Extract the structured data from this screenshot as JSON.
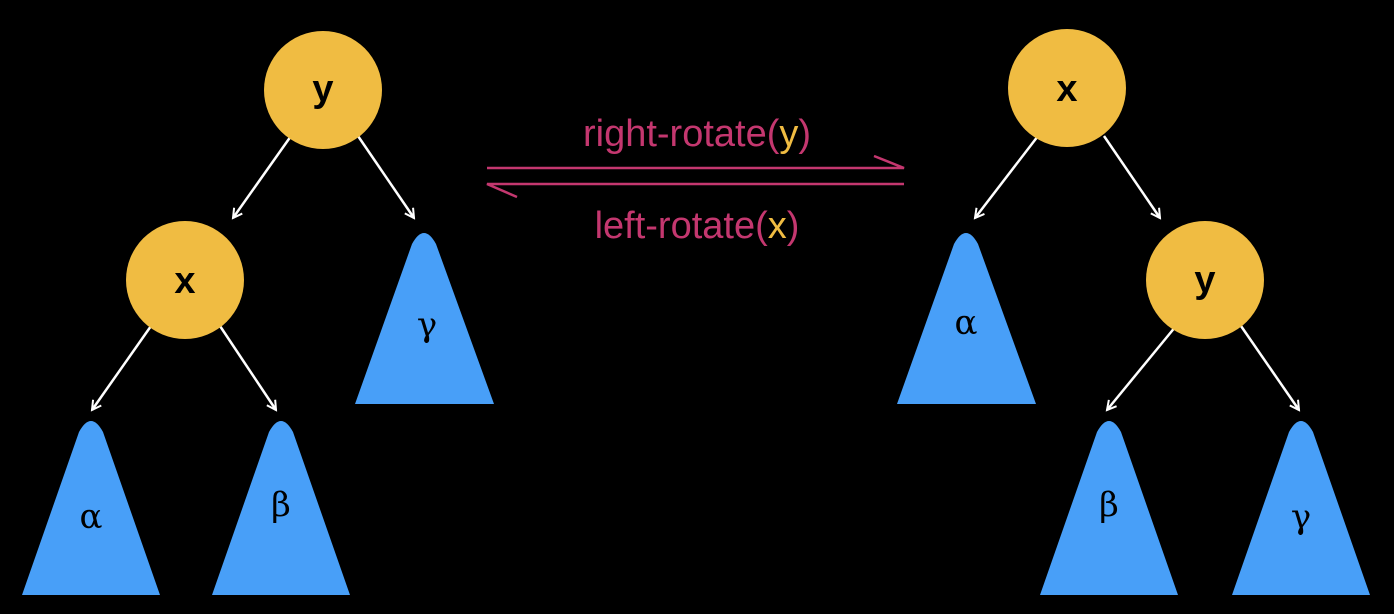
{
  "colors": {
    "background": "#000000",
    "node_fill": "#F0BC42",
    "subtree_fill": "#489FF8",
    "edge": "#FFFFFF",
    "operation": "#C4376F",
    "highlight": "#F0BC42",
    "text": "#000000"
  },
  "left_tree": {
    "root": "y",
    "child": "x",
    "subtrees": {
      "alpha": "α",
      "beta": "β",
      "gamma": "γ"
    }
  },
  "right_tree": {
    "root": "x",
    "child": "y",
    "subtrees": {
      "alpha": "α",
      "beta": "β",
      "gamma": "γ"
    }
  },
  "operations": {
    "forward": {
      "name": "right-rotate(",
      "arg": "y",
      "close": ")"
    },
    "backward": {
      "name": "left-rotate(",
      "arg": "x",
      "close": ")"
    }
  }
}
